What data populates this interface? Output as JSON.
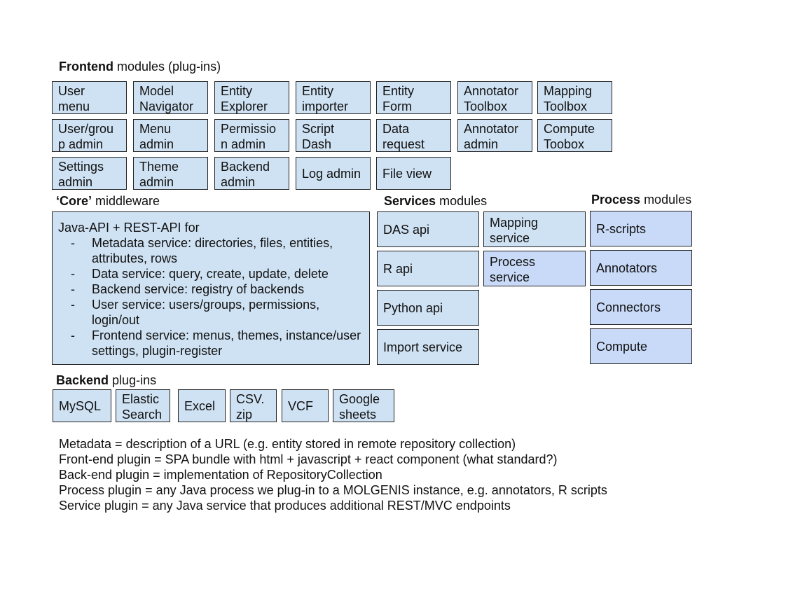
{
  "frontend": {
    "heading_bold": "Frontend",
    "heading_rest": " modules (plug-ins)",
    "modules": [
      "User\nmenu",
      "Model\nNavigator",
      "Entity\nExplorer",
      "Entity\nimporter",
      "Entity\nForm",
      "Annotator\nToolbox",
      "Mapping\nToolbox",
      "User/grou\np admin",
      "Menu\nadmin",
      "Permissio\nn admin",
      "Script\nDash",
      "Data\nrequest",
      "Annotator\nadmin",
      "Compute\nToobox",
      "Settings\nadmin",
      "Theme\nadmin",
      "Backend\nadmin",
      "Log admin",
      "File view"
    ]
  },
  "core": {
    "heading_bold": "‘Core’",
    "heading_rest": " middleware",
    "title": "Java-API + REST-API for",
    "items": [
      "Metadata service: directories, files, entities, attributes, rows",
      "Data service: query, create, update, delete",
      "Backend service: registry of backends",
      "User service: users/groups, permissions, login/out",
      "Frontend service: menus, themes, instance/user settings, plugin-register"
    ]
  },
  "services": {
    "heading_bold": "Services",
    "heading_rest": " modules",
    "left": [
      "DAS api",
      "R api",
      "Python api",
      "Import service"
    ],
    "right": [
      "Mapping\nservice",
      "Process\nservice"
    ]
  },
  "process": {
    "heading_bold": "Process",
    "heading_rest": " modules",
    "items": [
      "R-scripts",
      "Annotators",
      "Connectors",
      "Compute"
    ]
  },
  "backend": {
    "heading_bold": "Backend",
    "heading_rest": " plug-ins",
    "items": [
      "MySQL",
      "Elastic\nSearch",
      "Excel",
      "CSV.\nzip",
      "VCF",
      "Google\nsheets"
    ]
  },
  "legend": [
    "Metadata = description of a URL (e.g. entity stored in remote repository collection)",
    "Front-end plugin = SPA bundle with html + javascript + react component (what standard?)",
    "Back-end plugin = implementation of RepositoryCollection",
    "Process plugin = any Java process we plug-in to a MOLGENIS instance, e.g. annotators, R scripts",
    "Service plugin = any Java service that produces additional REST/MVC endpoints"
  ],
  "colors": {
    "box_fill": "#cfe2f3",
    "process_fill": "#c9daf8",
    "border": "#222222"
  }
}
